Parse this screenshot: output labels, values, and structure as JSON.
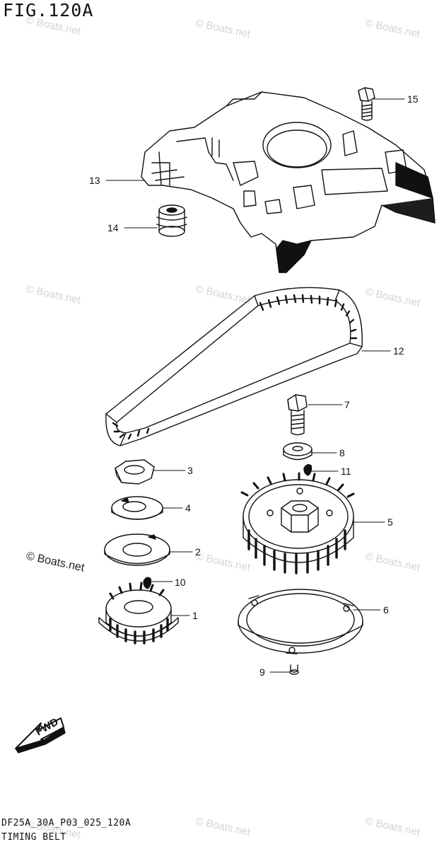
{
  "figure": {
    "title": "FIG.120A",
    "code": "DF25A_30A_P03_025_120A",
    "name": "TIMING BELT"
  },
  "watermark": {
    "text": "© Boats.net",
    "visible_text": "© Boats.net"
  },
  "fwd_label": "FWD",
  "callouts": [
    {
      "num": "1"
    },
    {
      "num": "2"
    },
    {
      "num": "3"
    },
    {
      "num": "4"
    },
    {
      "num": "5"
    },
    {
      "num": "6"
    },
    {
      "num": "7"
    },
    {
      "num": "8"
    },
    {
      "num": "9"
    },
    {
      "num": "10"
    },
    {
      "num": "11"
    },
    {
      "num": "12"
    },
    {
      "num": "13"
    },
    {
      "num": "14"
    },
    {
      "num": "15"
    }
  ],
  "colors": {
    "line": "#111111",
    "watermark": "#d3d3d3",
    "background": "#ffffff"
  }
}
